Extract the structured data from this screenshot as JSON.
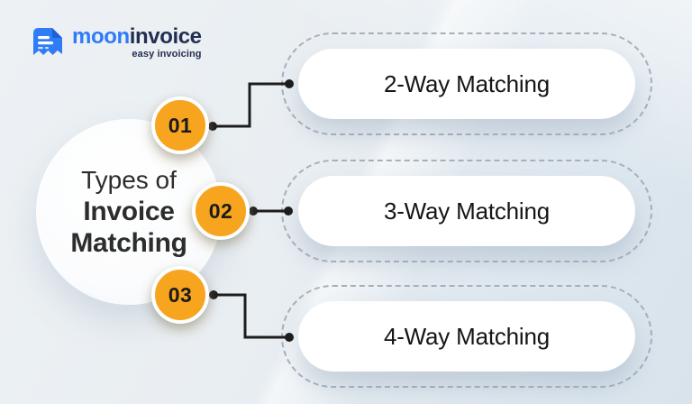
{
  "logo": {
    "brand_part1": "moon",
    "brand_part2": "invoice",
    "tagline": "easy invoicing",
    "icon": "invoice-receipt-icon",
    "brand_blue": "#2E7CF6",
    "brand_navy": "#232F52"
  },
  "diagram": {
    "title_line1": "Types of",
    "title_line2": "Invoice",
    "title_line3": "Matching",
    "items": [
      {
        "number": "01",
        "label": "2-Way Matching"
      },
      {
        "number": "02",
        "label": "3-Way Matching"
      },
      {
        "number": "03",
        "label": "4-Way Matching"
      }
    ],
    "accent_orange": "#F7A41E",
    "connector_color": "#1D1D1D",
    "dash_color": "#A6B0BA",
    "background": "#E9EEF2"
  }
}
